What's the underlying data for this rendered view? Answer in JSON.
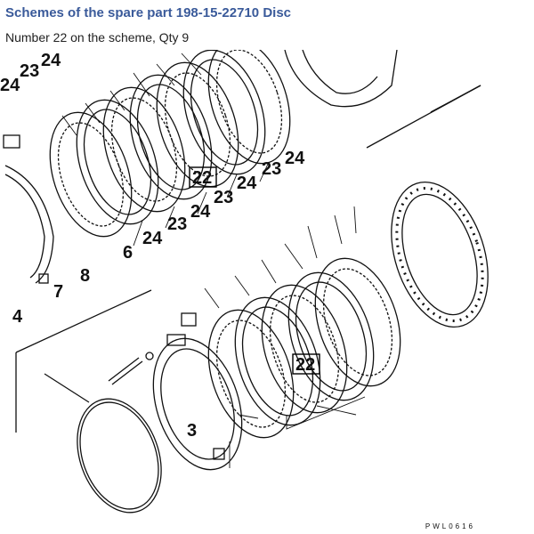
{
  "page": {
    "title": "Schemes of the spare part 198-15-22710 Disc",
    "subtitle": "Number 22 on the scheme, Qty 9",
    "drawing_ref": "PWL0616"
  },
  "scheme": {
    "labels": {
      "l24a": "24",
      "l23a": "23",
      "l24b": "24",
      "l24c": "24",
      "l22a": "22",
      "l23b": "23",
      "l24d": "24",
      "l23c": "23",
      "l24e": "24",
      "l23d": "23",
      "l24f": "24",
      "l6": "6",
      "l7": "7",
      "l8": "8",
      "l4": "4",
      "l22b": "22",
      "l3": "3"
    },
    "highlight_color": "#000000"
  }
}
